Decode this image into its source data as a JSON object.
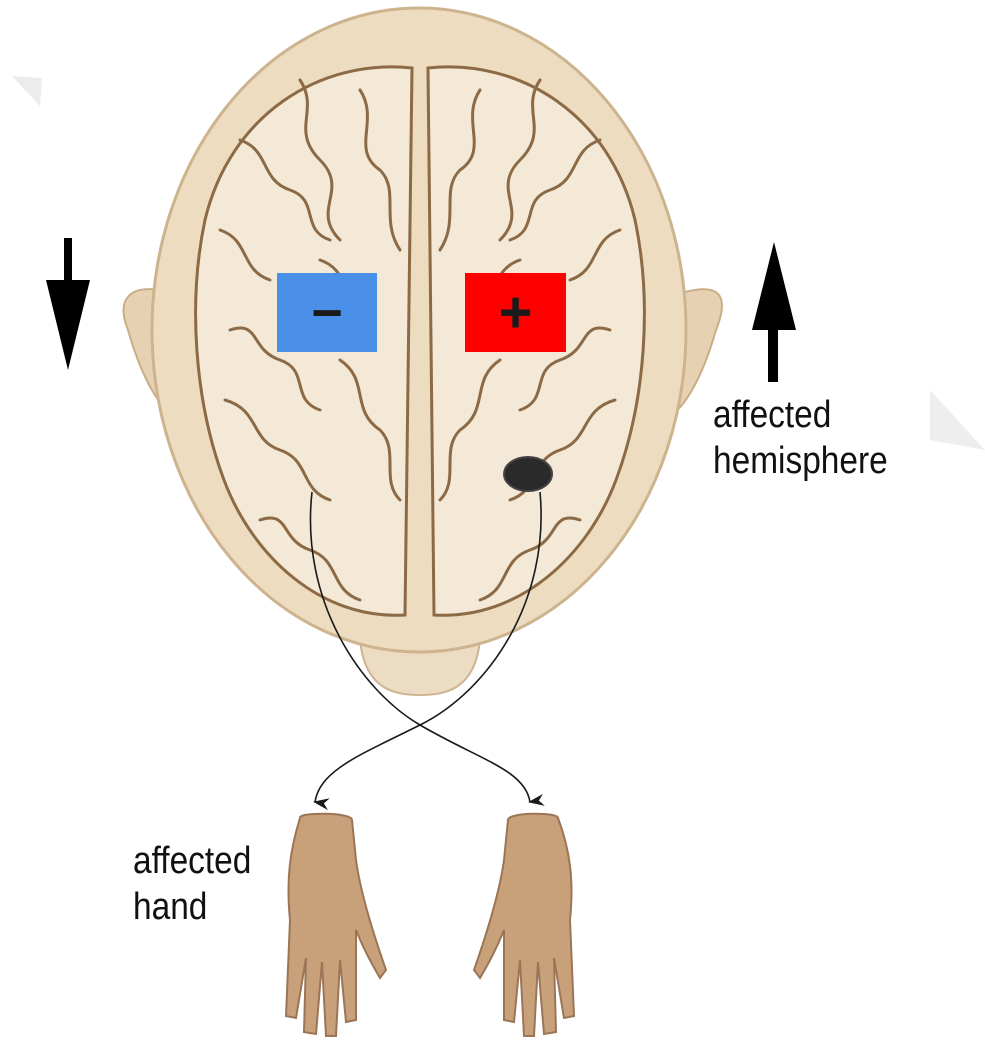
{
  "labels": {
    "affected_hemisphere": [
      "affected",
      "hemisphere"
    ],
    "affected_hand": [
      "affected",
      "hand"
    ]
  },
  "electrodes": {
    "cathode": {
      "symbol": "−",
      "color": "#4a90e8"
    },
    "anode": {
      "symbol": "+",
      "color": "#ff0000"
    }
  },
  "arrows": {
    "left": {
      "direction": "down",
      "icon": "down-arrow-icon"
    },
    "right": {
      "direction": "up",
      "icon": "up-arrow-icon"
    }
  },
  "colors": {
    "skin": "#ead9be",
    "brain": "#f3e8d4",
    "sulci": "#8b6a45",
    "hands": "#c8a07a",
    "lesion": "#2a2a2a"
  }
}
